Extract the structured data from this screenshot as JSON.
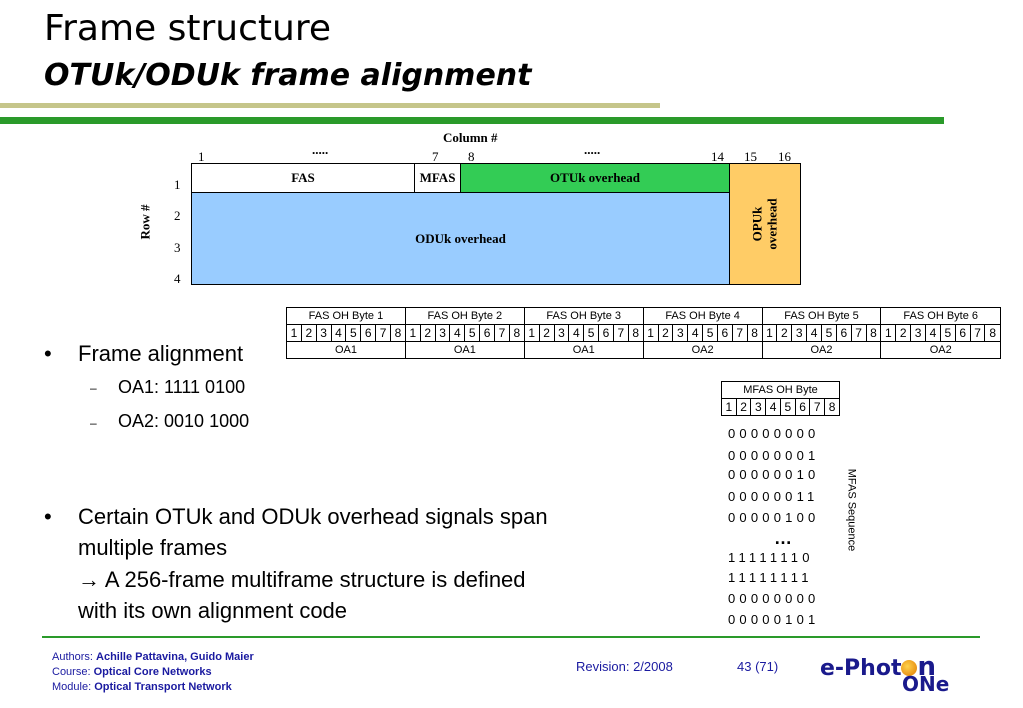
{
  "title": "Frame structure",
  "subtitle": "OTUk/ODUk frame alignment",
  "frame_diagram": {
    "column_label": "Column #",
    "row_label": "Row #",
    "dots": ".....",
    "col_numbers": [
      "1",
      "7",
      "8",
      "14",
      "15",
      "16"
    ],
    "row_numbers": [
      "1",
      "2",
      "3",
      "4"
    ],
    "fas": "FAS",
    "mfas": "MFAS",
    "otuk": "OTUk overhead",
    "oduk": "ODUk overhead",
    "opuk_line1": "OPUk",
    "opuk_line2": "overhead"
  },
  "fas_table": {
    "bytes": [
      "FAS OH Byte 1",
      "FAS OH Byte 2",
      "FAS OH Byte 3",
      "FAS OH Byte 4",
      "FAS OH Byte 5",
      "FAS OH Byte 6"
    ],
    "bits": [
      "1",
      "2",
      "3",
      "4",
      "5",
      "6",
      "7",
      "8"
    ],
    "names": [
      "OA1",
      "OA1",
      "OA1",
      "OA2",
      "OA2",
      "OA2"
    ]
  },
  "mfas_table": {
    "header": "MFAS OH Byte",
    "bits": [
      "1",
      "2",
      "3",
      "4",
      "5",
      "6",
      "7",
      "8"
    ],
    "sequence_top": [
      "00000000",
      "00000001",
      "00000010",
      "00000011",
      "00000100"
    ],
    "ellipsis": "…",
    "sequence_bottom": [
      "11111110",
      "11111111",
      "00000000",
      "00000101"
    ],
    "vertical_label": "MFAS Sequence"
  },
  "bullets": {
    "b1": "Frame alignment",
    "s1": "OA1: 1111 0100",
    "s2": "OA2: 0010 1000",
    "b2_l1": "Certain OTUk and ODUk overhead signals span",
    "b2_l2": "multiple frames",
    "b2_l3": "→ A 256-frame multiframe structure is defined",
    "b2_l4": "with its own alignment code",
    "dash": "–",
    "dot": "•"
  },
  "footer": {
    "authors_label": "Authors:",
    "authors": "Achille Pattavina, Guido Maier",
    "course_label": "Course:",
    "course": "Optical Core Networks",
    "module_label": "Module:",
    "module": "Optical Transport Network",
    "revision": "Revision: 2/2008",
    "page": "43 (71)",
    "logo": "e-PhotOn ONe"
  },
  "colors": {
    "green_bar": "#2a9a2a",
    "olive_bar": "#c5c58a",
    "otuk": "#33cc55",
    "oduk": "#99ccff",
    "opuk": "#ffcc66",
    "footer_text": "#1a1aa0"
  }
}
